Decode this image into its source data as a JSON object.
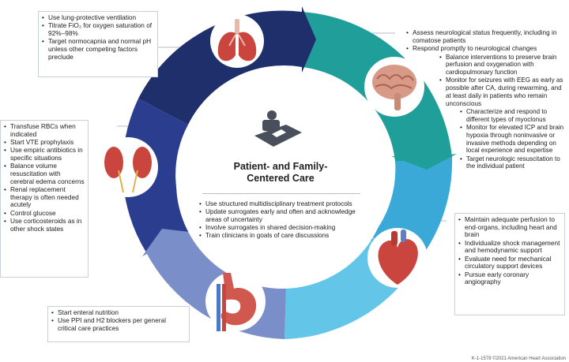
{
  "center": {
    "title_line1": "Patient- and Family-",
    "title_line2": "Centered Care",
    "items": [
      "Use structured multidisciplinary treatment protocols",
      "Update surrogates early and often and acknowledge areas of uncertainty",
      "Involve surrogates in shared decision-making",
      "Train clinicians in goals of care discussions"
    ]
  },
  "respiratory": {
    "items": [
      "Use lung-protective ventilation",
      "Titrate FiO₂ for oxygen saturation of 92%–98%",
      "Target normocapnia and normal pH unless other competing factors preclude"
    ]
  },
  "neuro": {
    "items": [
      "Assess neurological status frequently, including in comatose patients",
      "Respond promptly to neurological changes"
    ],
    "sub_items": [
      "Balance interventions to preserve brain perfusion and oxygenation with cardiopulmonary function",
      "Monitor for seizures with EEG as early as possible after CA, during rewarming, and at least daily in patients who remain unconscious"
    ],
    "sub_sub_items": [
      "Characterize and respond to different types of myoclonus",
      "Monitor for elevated ICP and brain hypoxia through noninvasive or invasive methods depending on local experience and expertise",
      "Target neurologic resuscitation to the individual patient"
    ]
  },
  "renal": {
    "items": [
      "Transfuse RBCs when indicated",
      "Start VTE prophylaxis",
      "Use empiric antibiotics in specific situations",
      "Balance volume resuscitation with cerebral edema concerns",
      "Renal replacement therapy is often needed acutely",
      "Control glucose",
      "Use corticosteroids as in other shock states"
    ]
  },
  "cardiac": {
    "items": [
      "Maintain adequate perfusion to end-organs, including heart and brain",
      "Individualize shock management and hemodynamic support",
      "Evaluate need for mechanical circulatory support devices",
      "Pursue early coronary angiography"
    ]
  },
  "gi": {
    "items": [
      "Start enteral nutrition",
      "Use PPI and H2 blockers per general critical care practices"
    ]
  },
  "footer": "K-1-1578 ©2021 American Heart Association",
  "colors": {
    "navy": "#1f2f6b",
    "indigo": "#2b3d8f",
    "teal": "#1f9e9a",
    "sky": "#39a6d6",
    "cyan": "#5cc4e6",
    "organ_red": "#c9453d"
  },
  "icons": [
    "lungs-icon",
    "brain-icon",
    "kidneys-icon",
    "heart-icon",
    "stomach-icon",
    "patient-bed-icon"
  ]
}
